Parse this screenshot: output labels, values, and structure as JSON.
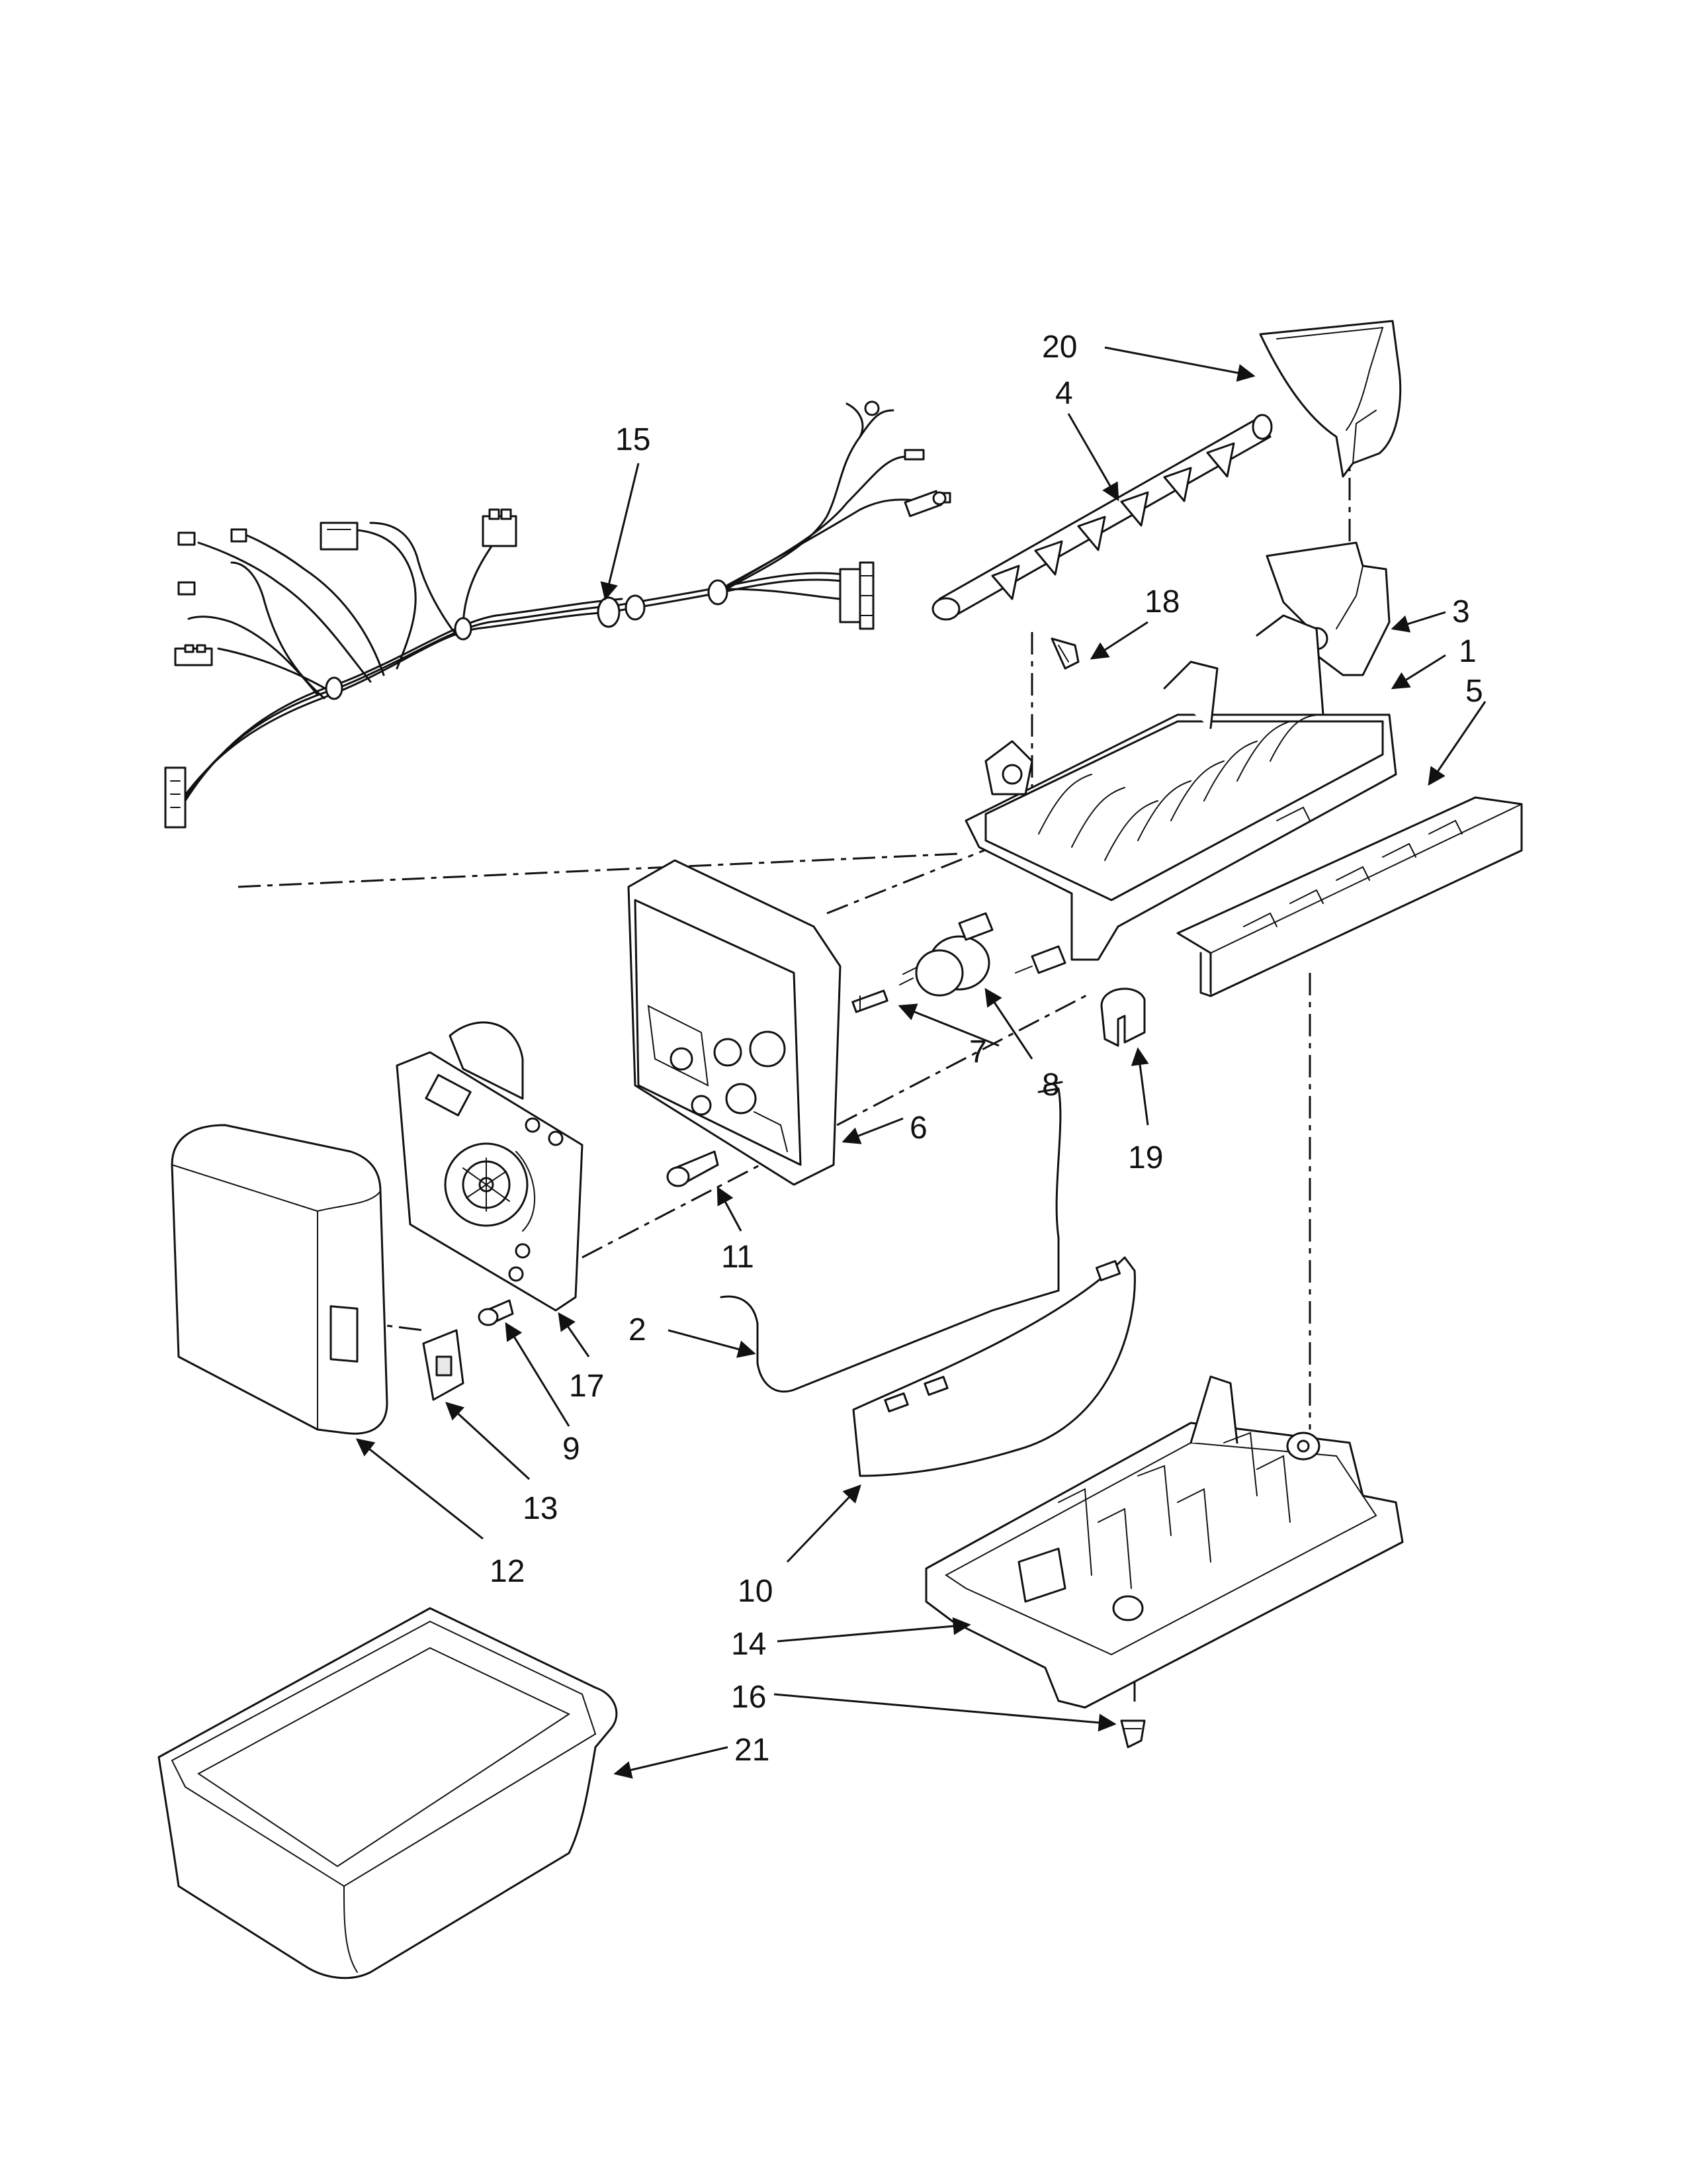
{
  "diagram": {
    "type": "exploded-parts-view",
    "callouts": [
      {
        "id": "1",
        "label": "1"
      },
      {
        "id": "2",
        "label": "2"
      },
      {
        "id": "3",
        "label": "3"
      },
      {
        "id": "4",
        "label": "4"
      },
      {
        "id": "5",
        "label": "5"
      },
      {
        "id": "6",
        "label": "6"
      },
      {
        "id": "7",
        "label": "7"
      },
      {
        "id": "8",
        "label": "8"
      },
      {
        "id": "9",
        "label": "9"
      },
      {
        "id": "10",
        "label": "10"
      },
      {
        "id": "11",
        "label": "11"
      },
      {
        "id": "12",
        "label": "12"
      },
      {
        "id": "13",
        "label": "13"
      },
      {
        "id": "14",
        "label": "14"
      },
      {
        "id": "15",
        "label": "15"
      },
      {
        "id": "16",
        "label": "16"
      },
      {
        "id": "17",
        "label": "17"
      },
      {
        "id": "18",
        "label": "18"
      },
      {
        "id": "19",
        "label": "19"
      },
      {
        "id": "20",
        "label": "20"
      },
      {
        "id": "21",
        "label": "21"
      }
    ]
  }
}
